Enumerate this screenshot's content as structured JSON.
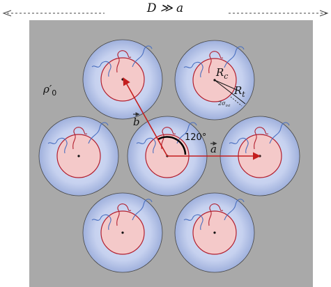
{
  "header": {
    "title": "D ≫ a"
  },
  "labels": {
    "density": "ρ′",
    "density_sub": "0",
    "vec_a": "a",
    "vec_b": "b",
    "angle": "120°",
    "core_radius": "R",
    "core_radius_sub": "c",
    "total_radius": "R",
    "total_radius_sub": "t",
    "interface": "2σ",
    "interface_sub": "int"
  },
  "colors": {
    "background_panel": "#a9a9a9",
    "shell_center": "#d3dcf3",
    "shell_edge": "#a4b4df",
    "core_fill": "#f4c9c9",
    "core_stroke": "#b21e2e",
    "arrow": "#c41e1e",
    "chain": "#4a6fc0",
    "angle_arc": "#000000"
  },
  "micelles": [
    {
      "id": "top-left"
    },
    {
      "id": "top-right"
    },
    {
      "id": "middle-left"
    },
    {
      "id": "center"
    },
    {
      "id": "middle-right"
    },
    {
      "id": "bottom-left"
    },
    {
      "id": "bottom-right"
    }
  ]
}
